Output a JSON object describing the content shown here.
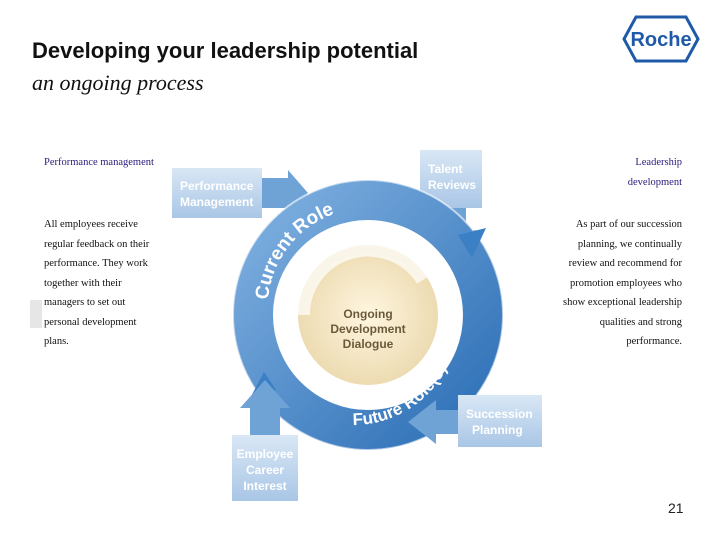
{
  "slide": {
    "title": "Developing your leadership potential",
    "subtitle": "an ongoing process",
    "page_number": "21"
  },
  "logo": {
    "text": "Roche",
    "color": "#1f5aa8"
  },
  "left": {
    "heading": "Performance management",
    "body": "All employees receive regular feedback on their performance. They work together with their managers to set out personal development plans."
  },
  "right": {
    "heading": "Leadership development",
    "body": "As part of our succession planning, we continually review and recommend for promotion employees who show exceptional leadership qualities and strong performance."
  },
  "diagram": {
    "center": [
      "Ongoing",
      "Development",
      "Dialogue"
    ],
    "ring_top": "Current Role",
    "ring_bottom": "Future Role(s)",
    "boxes": {
      "performance": [
        "Performance",
        "Management"
      ],
      "talent": [
        "Talent",
        "Reviews"
      ],
      "succession": [
        "Succession",
        "Planning"
      ],
      "employee": [
        "Employee",
        "Career",
        "Interest"
      ]
    },
    "colors": {
      "ring": "#3b7fc4",
      "box": "#c9ddf0",
      "center": "#f3e6c8",
      "text": "#ffffff",
      "box_text": "#ffffff"
    }
  }
}
